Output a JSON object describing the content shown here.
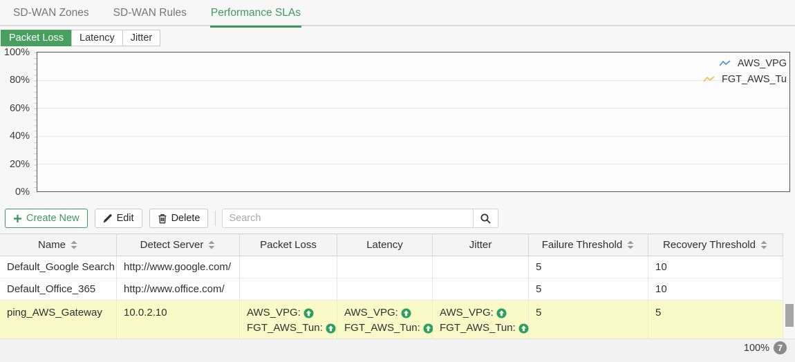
{
  "colors": {
    "accent_green": "#3e9a5c",
    "button_green_bg": "#47a05e",
    "member_icon_green": "#2aa05a",
    "legend_blue": "#4a8fd2",
    "legend_yellow": "#f2b84b",
    "highlight_row_bg": "#fafac8"
  },
  "tabs": {
    "items": [
      {
        "label": "SD-WAN Zones",
        "active": false
      },
      {
        "label": "SD-WAN Rules",
        "active": false
      },
      {
        "label": "Performance SLAs",
        "active": true
      }
    ]
  },
  "view_toggle": {
    "items": [
      {
        "label": "Packet Loss",
        "active": true
      },
      {
        "label": "Latency",
        "active": false
      },
      {
        "label": "Jitter",
        "active": false
      }
    ]
  },
  "chart": {
    "type": "line",
    "title": "",
    "ylim": [
      0,
      100
    ],
    "y_ticks": [
      "100%",
      "80%",
      "60%",
      "40%",
      "20%",
      "0%"
    ],
    "grid": true,
    "legend_position": "top-right",
    "series": [
      {
        "name": "AWS_VPG",
        "color": "#4a8fd2",
        "values": []
      },
      {
        "name": "FGT_AWS_Tu",
        "color": "#f2b84b",
        "values": []
      }
    ]
  },
  "toolbar": {
    "create_label": "Create New",
    "edit_label": "Edit",
    "delete_label": "Delete",
    "search_placeholder": "Search"
  },
  "table": {
    "headers": [
      {
        "label": "Name",
        "sortable": true
      },
      {
        "label": "Detect Server",
        "sortable": true
      },
      {
        "label": "Packet Loss",
        "sortable": false
      },
      {
        "label": "Latency",
        "sortable": false
      },
      {
        "label": "Jitter",
        "sortable": false
      },
      {
        "label": "Failure Threshold",
        "sortable": true
      },
      {
        "label": "Recovery Threshold",
        "sortable": true
      }
    ],
    "rows": [
      {
        "name": "Default_Google Search",
        "detect_server": "http://www.google.com/",
        "packet_loss": "",
        "latency": "",
        "jitter": "",
        "failure_threshold": "5",
        "recovery_threshold": "10",
        "highlighted": false
      },
      {
        "name": "Default_Office_365",
        "detect_server": "http://www.office.com/",
        "packet_loss": "",
        "latency": "",
        "jitter": "",
        "failure_threshold": "5",
        "recovery_threshold": "10",
        "highlighted": false
      },
      {
        "name": "ping_AWS_Gateway",
        "detect_server": "10.0.2.10",
        "packet_loss_members": [
          "AWS_VPG:",
          "FGT_AWS_Tun:"
        ],
        "latency_members": [
          "AWS_VPG:",
          "FGT_AWS_Tun:"
        ],
        "jitter_members": [
          "AWS_VPG:",
          "FGT_AWS_Tun:"
        ],
        "failure_threshold": "5",
        "recovery_threshold": "5",
        "highlighted": true
      }
    ]
  },
  "statusbar": {
    "zoom": "100%",
    "count": "7"
  }
}
